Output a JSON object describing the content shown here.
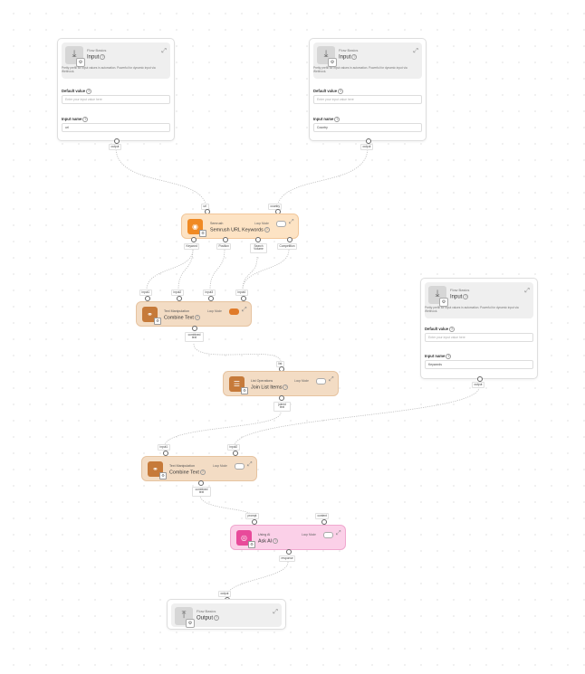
{
  "common": {
    "flow_basics": "Flow Basics",
    "input_title": "Input",
    "output_title": "Output",
    "input_description": "Pretty prefill for input values in automation. Powerful for dynamic input via Webhook.",
    "default_value_label": "Default value",
    "default_value_placeholder": "Enter your input value here",
    "input_name_label": "Input name",
    "loop_mode": "Loop Mode",
    "output_port": "output",
    "icon_download": "⤓",
    "icon_upload": "⤒",
    "icon_expand": "⤢"
  },
  "input_nodes": [
    {
      "input_name": "url",
      "port": "output"
    },
    {
      "input_name": "Country",
      "port": "output"
    },
    {
      "input_name": "Keywords",
      "port": "output"
    }
  ],
  "semrush": {
    "subtitle": "Semrush",
    "title": "Semrush URL Keywords",
    "inputs": [
      "url",
      "country"
    ],
    "outputs": [
      "Keyword",
      "Position",
      "Search Volume",
      "Competition"
    ]
  },
  "combine1": {
    "subtitle": "Text Manipulation",
    "title": "Combine Text",
    "inputs": [
      "input1",
      "input2",
      "input3",
      "input4"
    ],
    "output": "combined text"
  },
  "join": {
    "subtitle": "List Operations",
    "title": "Join List Items",
    "input": "list",
    "output": "joined text"
  },
  "combine2": {
    "subtitle": "Text Manipulation",
    "title": "Combine Text",
    "inputs": [
      "input1",
      "input2"
    ],
    "output": "combined text"
  },
  "askai": {
    "subtitle": "Using AI",
    "title": "Ask AI",
    "inputs": [
      "prompt",
      "content"
    ],
    "output": "response"
  },
  "output_node": {
    "input": "output"
  },
  "colors": {
    "semrush_bg": "#fde3c4",
    "semrush_icon": "#f08a24",
    "text_bg": "#f3dcc4",
    "text_icon": "#c67a3a",
    "ai_bg": "#fbd0e8",
    "ai_icon": "#e84a9a"
  }
}
